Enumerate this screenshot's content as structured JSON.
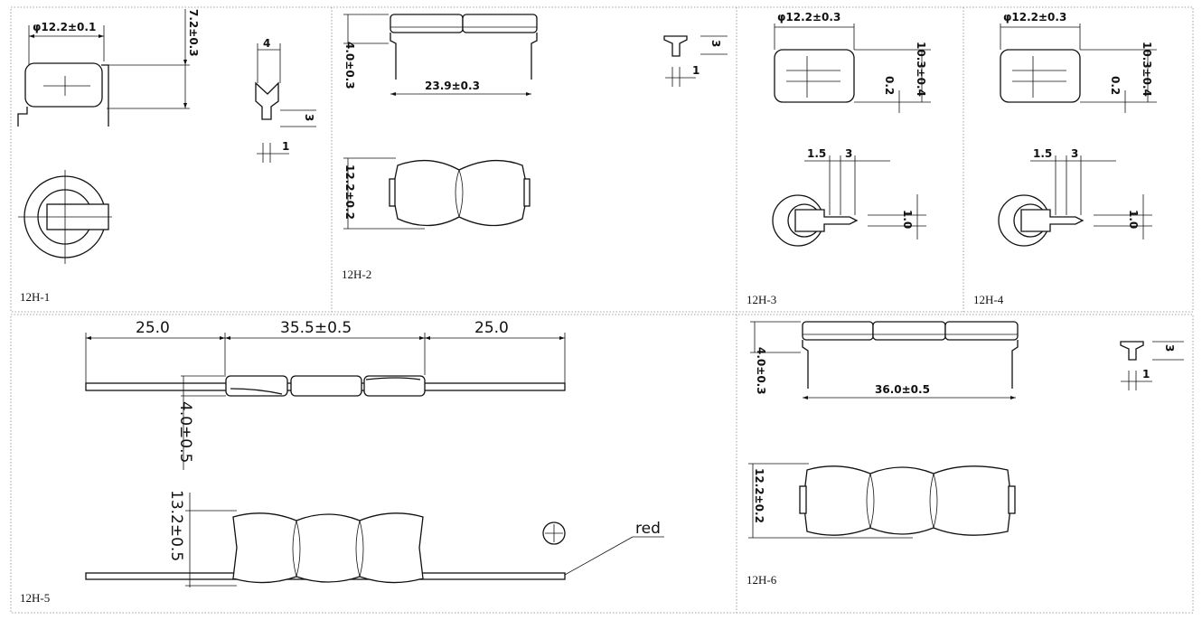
{
  "panels": [
    {
      "caption": "12H-1",
      "dims": {
        "diameter": "φ12.2±0.1",
        "height": "7.2±0.3",
        "tab_width": "4",
        "tab_len": "3",
        "pin": "1"
      }
    },
    {
      "caption": "12H-2",
      "dims": {
        "height": "4.0±0.3",
        "length": "23.9±0.3",
        "width": "12.2±0.2",
        "tab_len": "3",
        "pin": "1"
      }
    },
    {
      "caption": "12H-3",
      "dims": {
        "diameter": "φ12.2±0.3",
        "height": "10.3±0.4",
        "offset": "0.2",
        "pitch_a": "1.5",
        "pitch_b": "3",
        "pin": "1.0"
      }
    },
    {
      "caption": "12H-4",
      "dims": {
        "diameter": "φ12.2±0.3",
        "height": "10.3±0.4",
        "offset": "0.2",
        "pitch_a": "1.5",
        "pitch_b": "3",
        "pin": "1.0"
      }
    },
    {
      "caption": "12H-5",
      "dims": {
        "lead_left": "25.0",
        "body": "35.5±0.5",
        "lead_right": "25.0",
        "height": "4.0±0.5",
        "width": "13.2±0.5",
        "lead_label": "red"
      }
    },
    {
      "caption": "12H-6",
      "dims": {
        "height": "4.0±0.3",
        "length": "36.0±0.5",
        "width": "12.2±0.2",
        "tab_len": "3",
        "pin": "1"
      }
    }
  ]
}
